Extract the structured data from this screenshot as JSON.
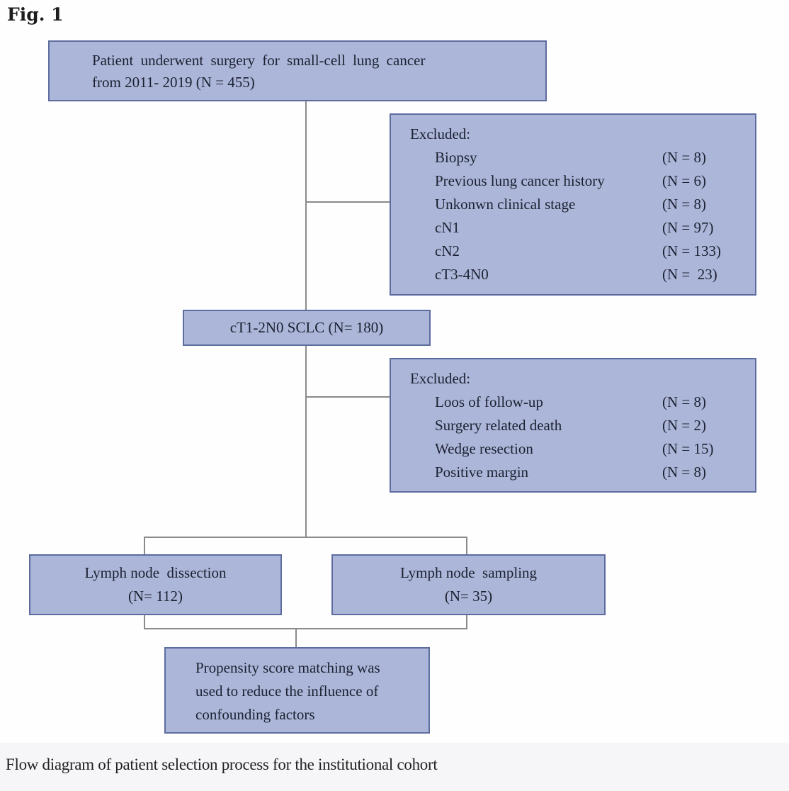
{
  "figure_label": "Fig. 1",
  "caption": "Flow diagram of patient selection process for the institutional cohort",
  "colors": {
    "box_fill": "#acb6d8",
    "box_border": "#5d6c9e",
    "connector": "#8a8a8a",
    "text": "#1b2132"
  },
  "flowchart": {
    "cohort_box": {
      "line1": "Patient underwent surgery for small-cell lung cancer",
      "line2": "from 2011- 2019 (N = 455)"
    },
    "exclusion1": {
      "title": "Excluded:",
      "items": [
        {
          "label": "Biopsy",
          "count": "(N = 8)"
        },
        {
          "label": "Previous lung cancer history",
          "count": "(N = 6)"
        },
        {
          "label": "Unkonwn clinical stage",
          "count": "(N = 8)"
        },
        {
          "label": "cN1",
          "count": "(N = 97)"
        },
        {
          "label": "cN2",
          "count": "(N = 133)"
        },
        {
          "label": "cT3-4N0",
          "count": "(N =  23)"
        }
      ]
    },
    "stage_box": "cT1-2N0 SCLC (N= 180)",
    "exclusion2": {
      "title": "Excluded:",
      "items": [
        {
          "label": "Loos of follow-up",
          "count": "(N = 8)"
        },
        {
          "label": "Surgery related death",
          "count": "(N = 2)"
        },
        {
          "label": "Wedge resection",
          "count": "(N = 15)"
        },
        {
          "label": "Positive margin",
          "count": "(N = 8)"
        }
      ]
    },
    "dissection_box": {
      "line1": "Lymph node  dissection",
      "line2": "(N= 112)"
    },
    "sampling_box": {
      "line1": "Lymph node  sampling",
      "line2": "(N= 35)"
    },
    "psm_box": {
      "line1": "Propensity score matching was",
      "line2": "used to reduce the influence of",
      "line3": "confounding factors"
    }
  }
}
